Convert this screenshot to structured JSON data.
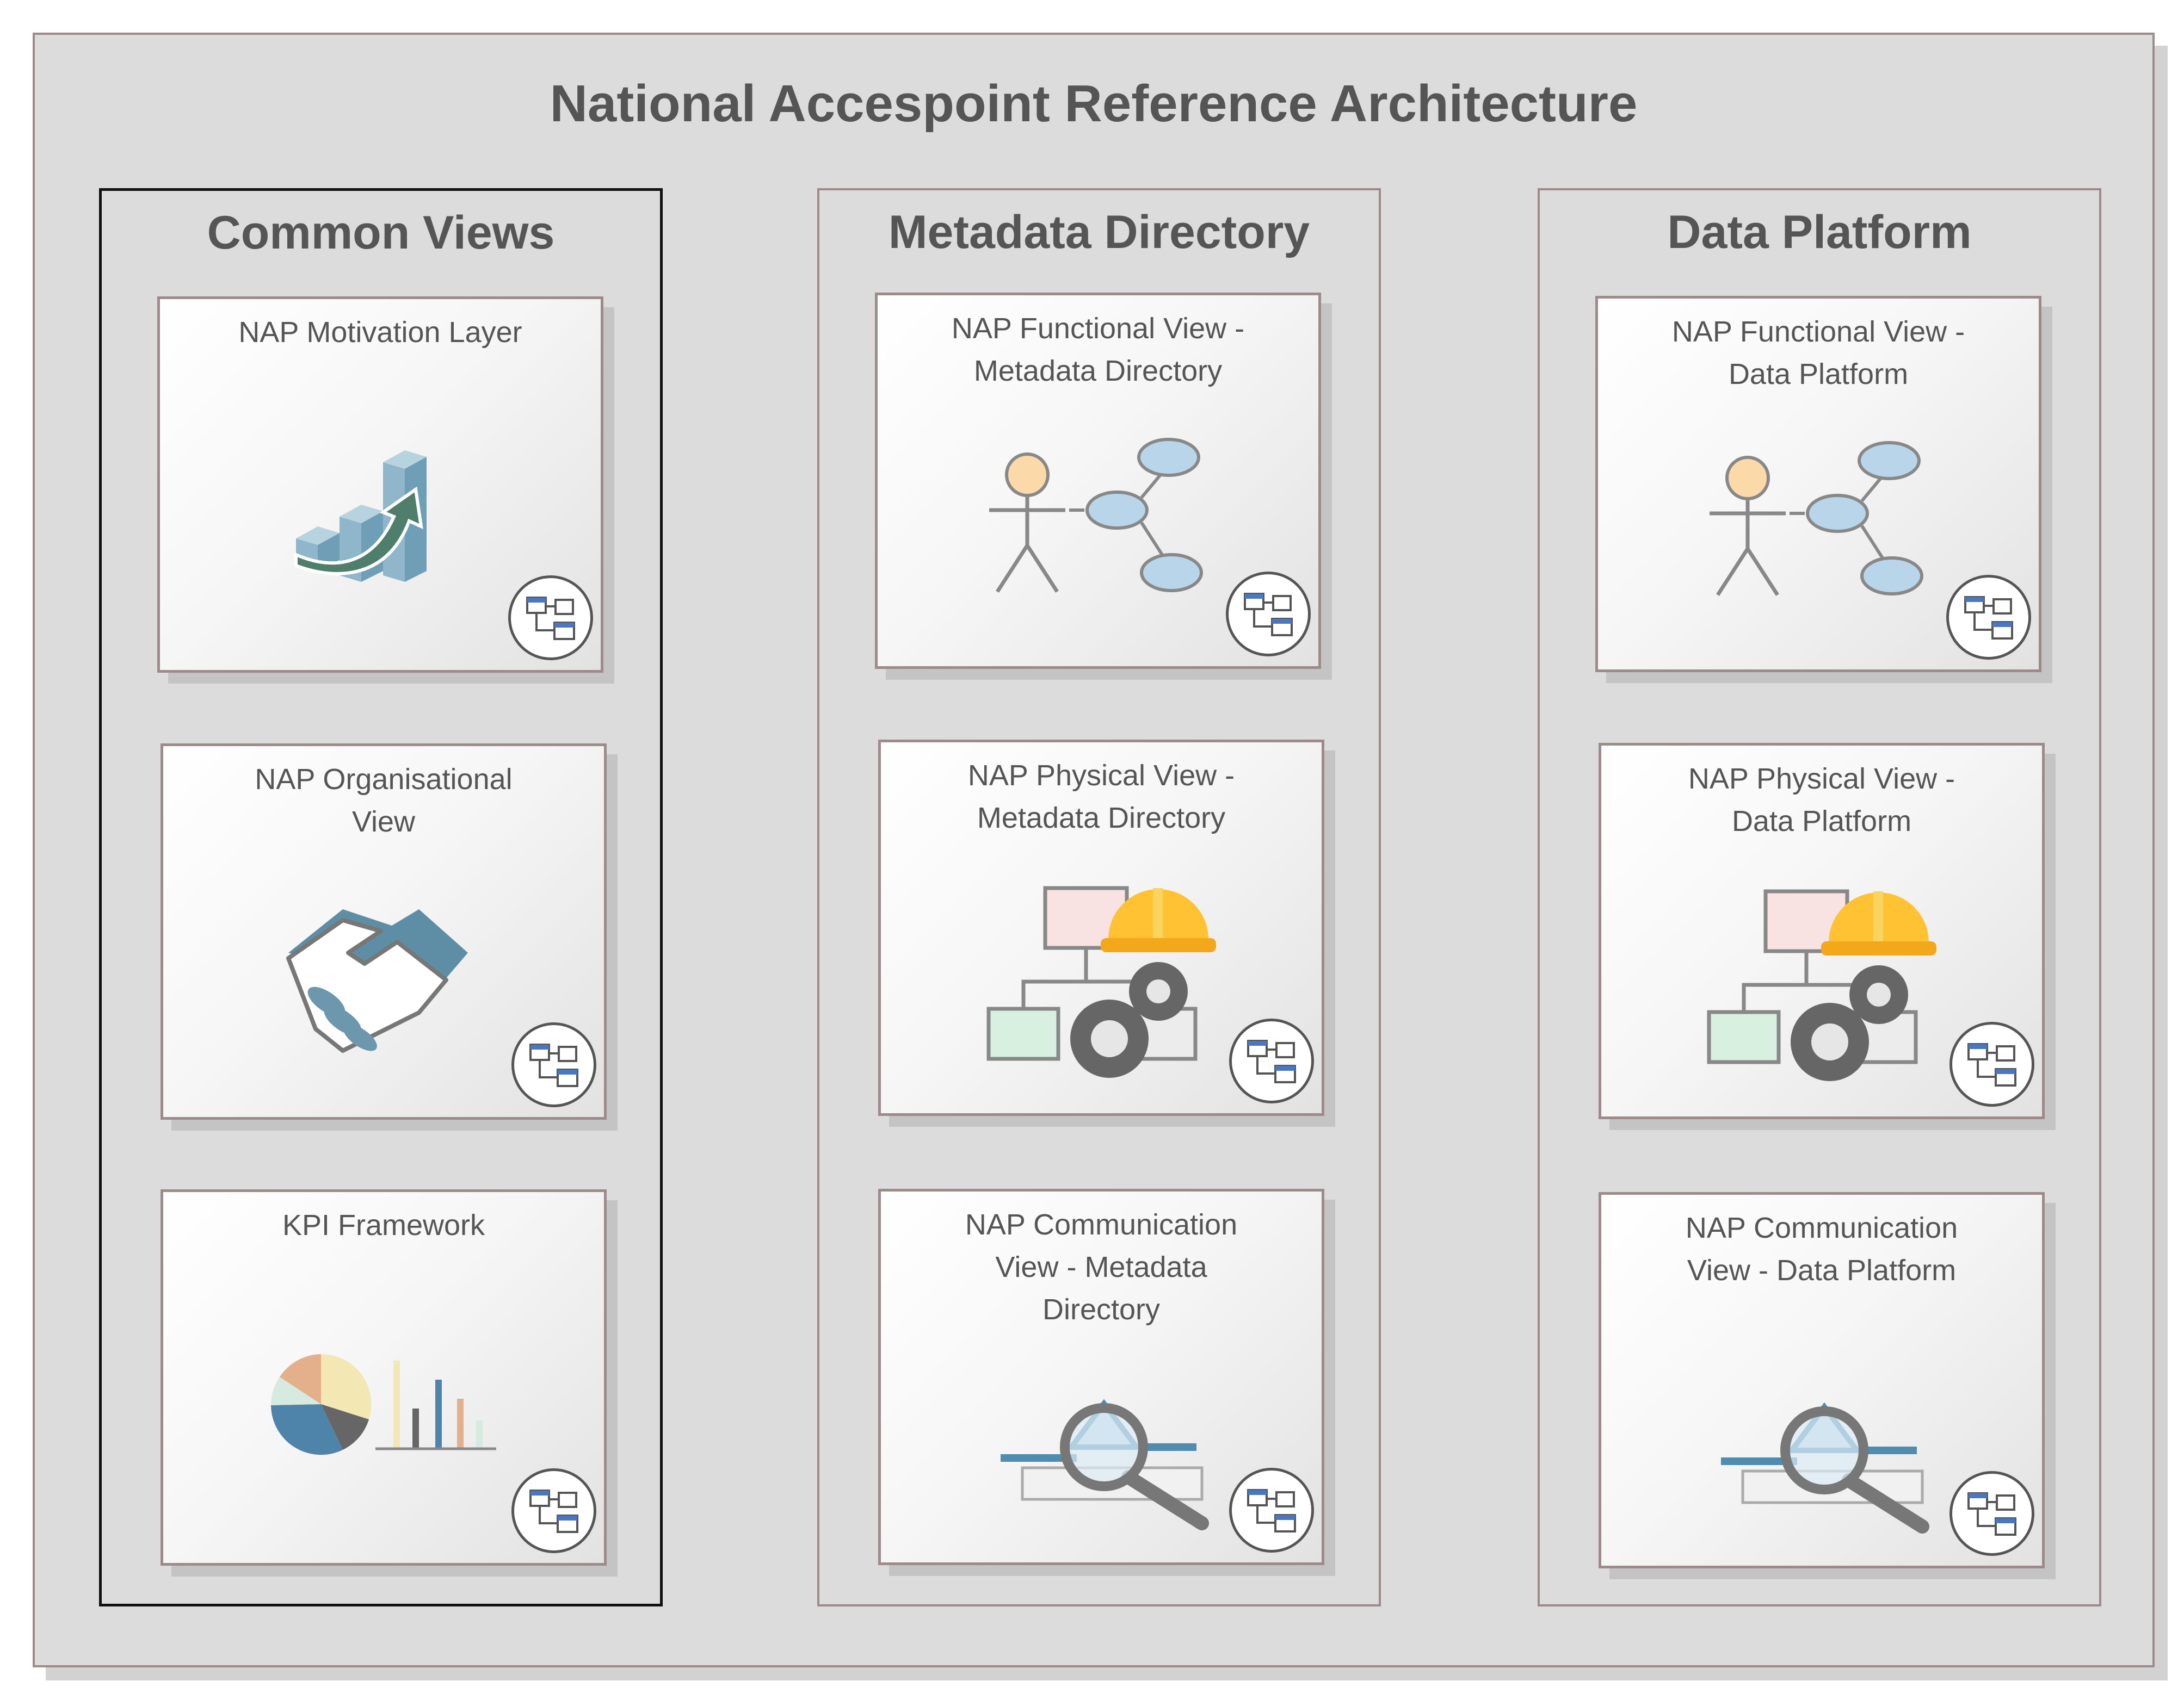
{
  "title": "National Accespoint Reference Architecture",
  "columns": [
    {
      "title": "Common Views",
      "cards": [
        {
          "title": "NAP Motivation Layer",
          "icon": "growth-chart-icon"
        },
        {
          "title": "NAP Organisational\nView",
          "icon": "handshake-icon"
        },
        {
          "title": "KPI Framework",
          "icon": "pie-bar-chart-icon"
        }
      ]
    },
    {
      "title": "Metadata Directory",
      "cards": [
        {
          "title": "NAP Functional View -\nMetadata Directory",
          "icon": "use-case-actor-icon"
        },
        {
          "title": "NAP Physical View -\nMetadata Directory",
          "icon": "construction-gears-icon"
        },
        {
          "title": "NAP Communication\nView - Metadata\nDirectory",
          "icon": "magnifier-inspection-icon"
        }
      ]
    },
    {
      "title": "Data Platform",
      "cards": [
        {
          "title": "NAP Functional View -\nData Platform",
          "icon": "use-case-actor-icon"
        },
        {
          "title": "NAP Physical View -\nData Platform",
          "icon": "construction-gears-icon"
        },
        {
          "title": "NAP Communication\nView - Data Platform",
          "icon": "magnifier-inspection-icon"
        }
      ]
    }
  ],
  "link_icon": "diagram-link-icon",
  "colors": {
    "background": "#dcdcdc",
    "border": "#9d8b8b",
    "selected_border": "#111111",
    "text": "#555555"
  }
}
